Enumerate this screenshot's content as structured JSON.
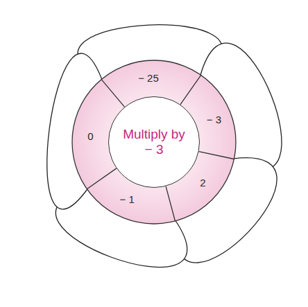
{
  "diagram": {
    "nodes": [
      {
        "text": [
          "Multiply by − 3"
        ]
      },
      {
        "text": [
          "− 25"
        ]
      },
      {
        "text": [
          "− 3"
        ]
      },
      {
        "text": [
          "2"
        ]
      },
      {
        "text": [
          "− 1"
        ]
      },
      {
        "text": [
          "0"
        ]
      }
    ]
  }
}
